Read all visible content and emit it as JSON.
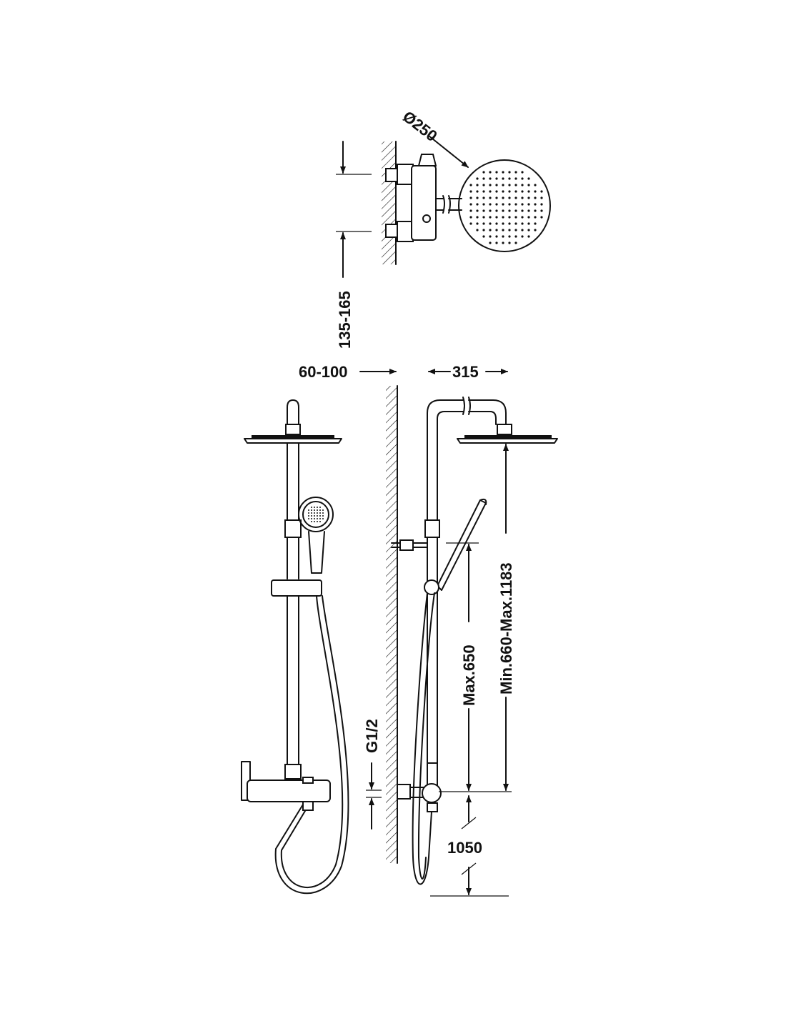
{
  "dimensions": {
    "head_diameter": "Ø250",
    "inlet_spacing": "135-165",
    "wall_offset": "60-100",
    "arm_projection": "315",
    "slide_max": "Max.650",
    "height_range": "Min.660-Max.1183",
    "thread": "G1/2",
    "mount_height": "1050"
  },
  "colors": {
    "line": "#111111",
    "background": "#ffffff"
  }
}
